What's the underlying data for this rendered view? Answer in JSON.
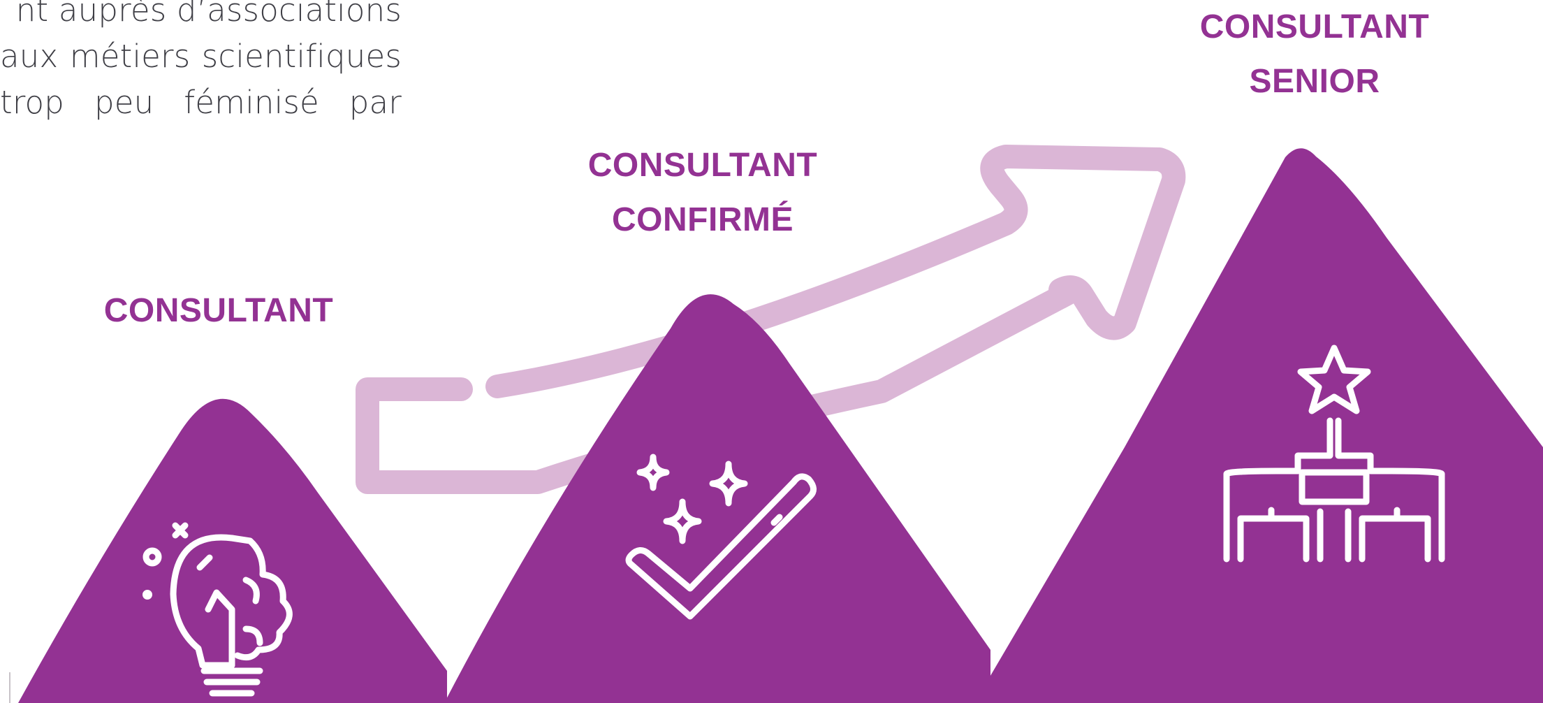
{
  "colors": {
    "mountain": "#933293",
    "arrow": "#dbb6d6",
    "label": "#933293",
    "intro_text": "#3f3f46",
    "icon": "#ffffff"
  },
  "intro_text": {
    "lines": [
      "nt auprès d’associations",
      "aux métiers scientifiques",
      "trop peu féminisé par"
    ]
  },
  "levels": [
    {
      "title_lines": [
        "CONSULTANT"
      ],
      "icon": "lightbulb-brain-icon"
    },
    {
      "title_lines": [
        "CONSULTANT",
        "CONFIRMÉ"
      ],
      "icon": "check-sparkles-icon"
    },
    {
      "title_lines": [
        "CONSULTANT",
        "SENIOR"
      ],
      "icon": "star-hierarchy-icon"
    }
  ],
  "decor": {
    "arrow": "upward-progress-arrow-icon"
  }
}
